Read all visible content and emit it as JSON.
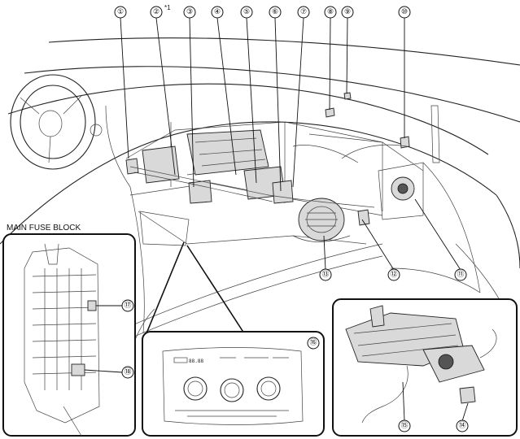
{
  "fuse_block_title": "MAIN FUSE BLOCK",
  "note_mark": "*1",
  "display_text": "88.88",
  "callouts": [
    {
      "id": "c1",
      "label": "①"
    },
    {
      "id": "c2",
      "label": "②"
    },
    {
      "id": "c3",
      "label": "③"
    },
    {
      "id": "c4",
      "label": "④"
    },
    {
      "id": "c5",
      "label": "⑤"
    },
    {
      "id": "c6",
      "label": "⑥"
    },
    {
      "id": "c7",
      "label": "⑦"
    },
    {
      "id": "c8",
      "label": "⑧"
    },
    {
      "id": "c9",
      "label": "⑨"
    },
    {
      "id": "c10",
      "label": "⑩"
    },
    {
      "id": "c11",
      "label": "⑪"
    },
    {
      "id": "c12",
      "label": "⑫"
    },
    {
      "id": "c13",
      "label": "⑬"
    },
    {
      "id": "c14",
      "label": "⑭"
    },
    {
      "id": "c15",
      "label": "⑮"
    },
    {
      "id": "c16",
      "label": "⑯"
    },
    {
      "id": "c17",
      "label": "⑰"
    },
    {
      "id": "c18",
      "label": "⑱"
    }
  ]
}
